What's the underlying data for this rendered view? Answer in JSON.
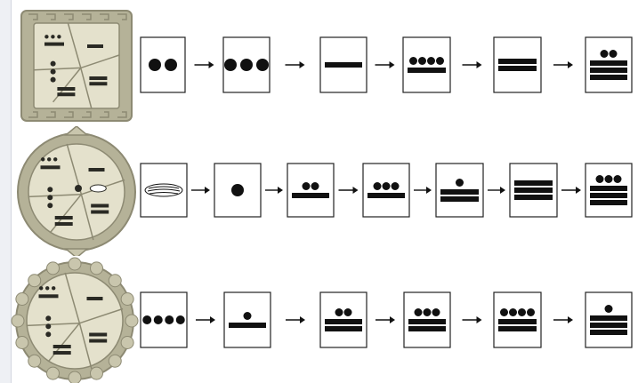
{
  "puzzles": [
    {
      "id": "square-tablet",
      "tablet_shape": "square",
      "sequence": [
        {
          "dots": 2,
          "bars": 0
        },
        {
          "dots": 3,
          "bars": 0
        },
        {
          "dots": 0,
          "bars": 1
        },
        {
          "dots": 4,
          "bars": 1
        },
        {
          "dots": 0,
          "bars": 2
        },
        {
          "dots": 2,
          "bars": 3
        }
      ]
    },
    {
      "id": "round-tablet",
      "tablet_shape": "round",
      "sequence": [
        {
          "shell": true
        },
        {
          "dots": 1,
          "bars": 0
        },
        {
          "dots": 2,
          "bars": 1
        },
        {
          "dots": 3,
          "bars": 1
        },
        {
          "dots": 1,
          "bars": 2
        },
        {
          "dots": 0,
          "bars": 3
        },
        {
          "dots": 3,
          "bars": 3
        }
      ]
    },
    {
      "id": "bumpy-tablet",
      "tablet_shape": "bumpy",
      "sequence": [
        {
          "dots": 4,
          "bars": 0
        },
        {
          "dots": 1,
          "bars": 1
        },
        {
          "dots": 2,
          "bars": 2
        },
        {
          "dots": 3,
          "bars": 2
        },
        {
          "dots": 4,
          "bars": 2
        },
        {
          "dots": 1,
          "bars": 3
        }
      ]
    }
  ],
  "colors": {
    "glyph": "#111111",
    "box_border": "#222222",
    "stone_light": "#e4e1cc",
    "stone_mid": "#c9c6ad",
    "stone_dark": "#8d8a73",
    "stone_rim": "#b5b298",
    "side_panel": "#eef0f4"
  },
  "icons": {
    "arrow": "right-arrow-icon",
    "shell": "shell-zero-icon",
    "tablet": "stone-tablet-icon"
  }
}
